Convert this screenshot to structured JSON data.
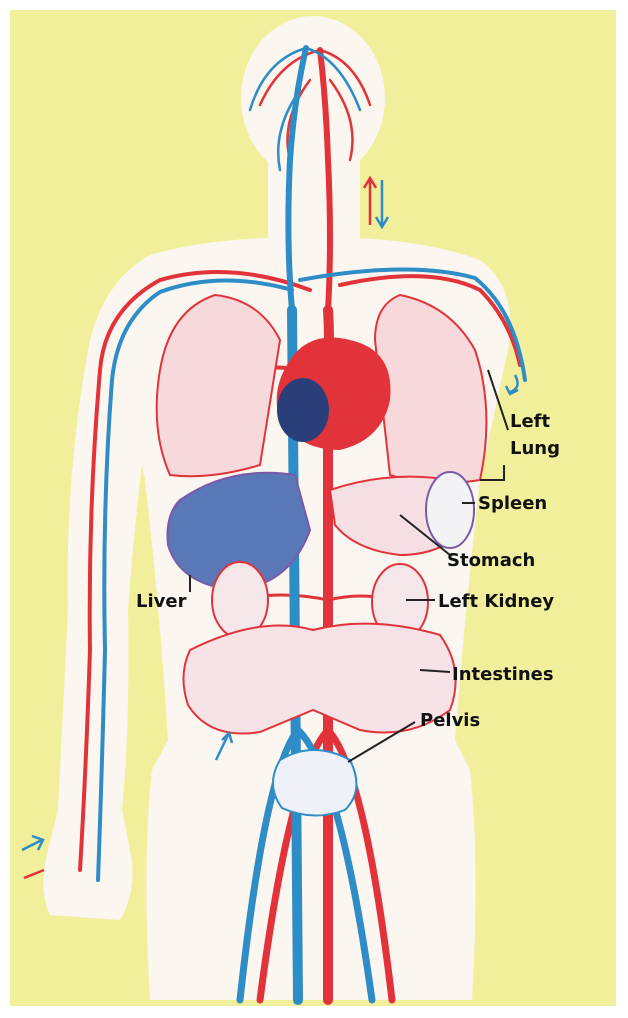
{
  "colors": {
    "background": "#f2ef9c",
    "artery": "#e2333b",
    "vein": "#2e8cc6",
    "organ_blue": "#5a78b8",
    "organ_violet": "#7a5aa8",
    "skin": "#fbf6f0",
    "label": "#111111",
    "leader": "#222222"
  },
  "labels": {
    "left_lung": [
      "Left",
      "Lung"
    ],
    "spleen": "Spleen",
    "stomach": "Stomach",
    "liver": "Liver",
    "left_kidney": "Left Kidney",
    "intestines": "Intestines",
    "pelvis": "Pelvis"
  }
}
